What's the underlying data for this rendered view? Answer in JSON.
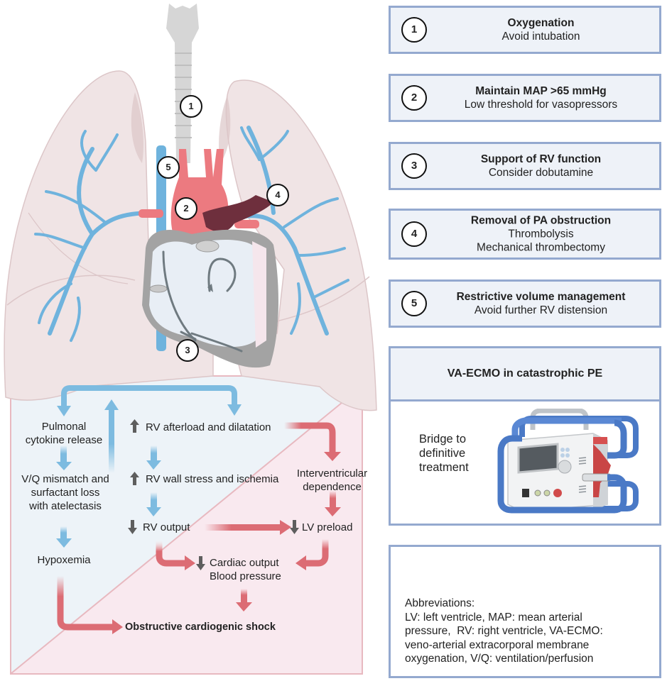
{
  "interventions": [
    {
      "number": "1",
      "title": "Oxygenation",
      "lines": [
        "Avoid intubation"
      ]
    },
    {
      "number": "2",
      "title": "Maintain MAP >65 mmHg",
      "lines": [
        "Low threshold for vasopressors"
      ]
    },
    {
      "number": "3",
      "title": "Support of RV function",
      "lines": [
        "Consider dobutamine"
      ]
    },
    {
      "number": "4",
      "title": "Removal of PA obstruction",
      "lines": [
        "Thrombolysis",
        "Mechanical thrombectomy"
      ]
    },
    {
      "number": "5",
      "title": "Restrictive volume management",
      "lines": [
        "Avoid further RV distension"
      ]
    }
  ],
  "ecmo": {
    "title": "VA-ECMO in catastrophic PE",
    "caption_lines": [
      "Bridge to",
      "definitive",
      "treatment"
    ]
  },
  "abbreviations": {
    "heading": "Abbreviations:",
    "lines": [
      "LV: left ventricle, MAP: mean arterial",
      "pressure,  RV: right ventricle, VA-ECMO:",
      "veno-arterial extracorporal membrane",
      "oxygenation, V/Q: ventilation/perfusion"
    ]
  },
  "anatomy_markers": [
    "1",
    "2",
    "3",
    "4",
    "5"
  ],
  "flow": {
    "pulmonal": [
      "Pulmonal",
      "cytokine release"
    ],
    "vq": [
      "V/Q mismatch and",
      "surfactant loss",
      "with atelectasis"
    ],
    "hypoxemia": "Hypoxemia",
    "rv_afterload": "RV afterload and dilatation",
    "rv_wall": "RV wall stress and ischemia",
    "rv_output": "RV output",
    "interventricular": [
      "Interventricular",
      "dependence"
    ],
    "lv_preload": "LV preload",
    "cardiac_output": [
      "Cardiac output",
      "Blood pressure"
    ],
    "shock": "Obstructive cardiogenic shock"
  },
  "colors": {
    "box_border": "#94a9cf",
    "box_fill": "#eef2f8",
    "blue_arrow": "#7dbbe0",
    "red_arrow": "#dc6c74",
    "gray_arrow": "#5e5e5e",
    "pink_bg": "#f9e9ef",
    "blue_bg": "#edf3f8",
    "lung": "#f0e4e5",
    "vessel_blue": "#6fb3dd",
    "thrombus": "#6e2f3d"
  }
}
